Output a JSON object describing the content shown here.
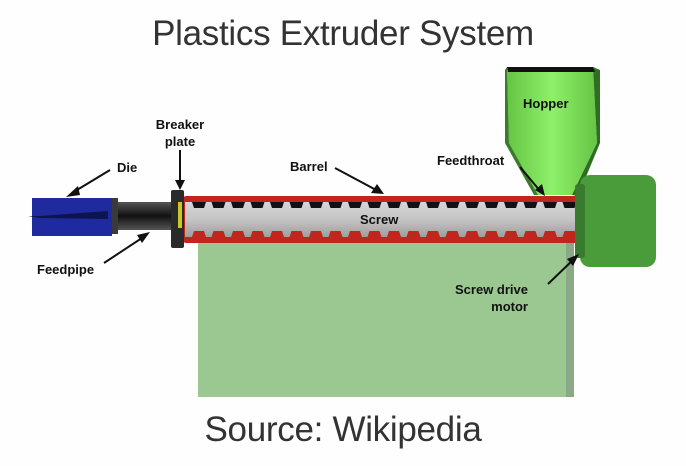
{
  "title": "Plastics Extruder System",
  "source": "Source: Wikipedia",
  "labels": {
    "die": "Die",
    "breaker_line1": "Breaker",
    "breaker_line2": "plate",
    "barrel": "Barrel",
    "screw": "Screw",
    "feedthroat": "Feedthroat",
    "hopper": "Hopper",
    "feedpipe": "Feedpipe",
    "motor_line1": "Screw drive",
    "motor_line2": "motor"
  },
  "colors": {
    "die": "#1f2a9e",
    "barrel": "#c0261e",
    "screw": "#bdbdbd",
    "hopper": "#7ed957",
    "motor": "#4a9b3a",
    "base": "#9ac890"
  }
}
